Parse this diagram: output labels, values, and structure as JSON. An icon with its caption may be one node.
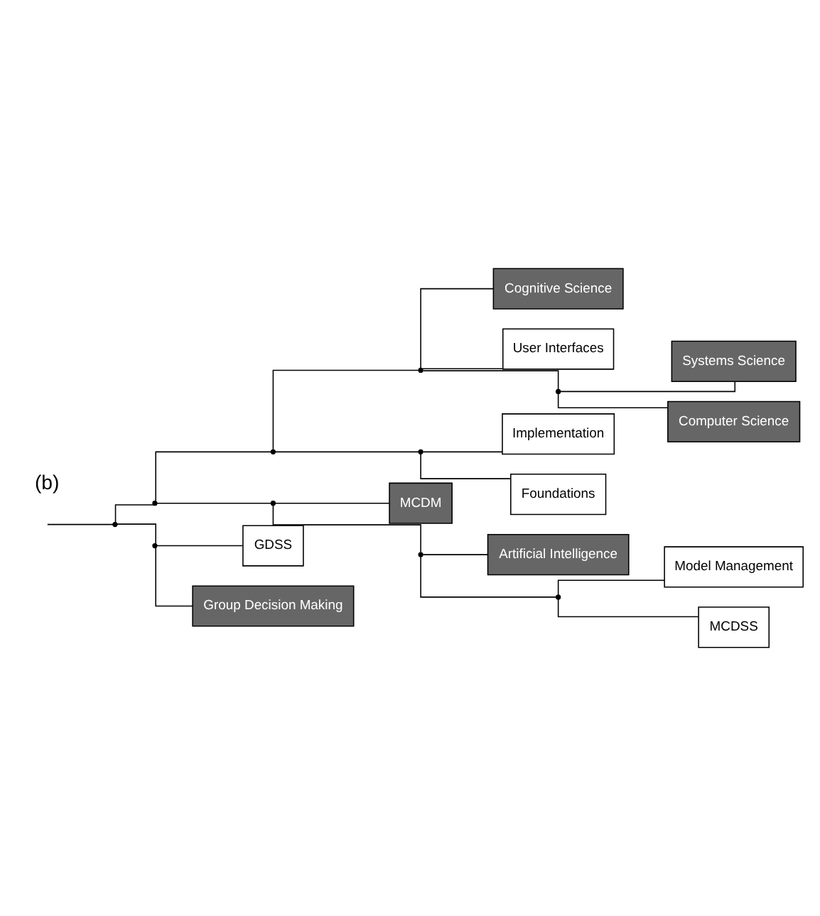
{
  "diagram": {
    "nodes": [
      {
        "text": [
          "Systems Science"
        ]
      },
      {
        "text": [
          "Computer Science"
        ]
      },
      {
        "text": [
          "Cognitive Science"
        ]
      },
      {
        "text": [
          "User Interfaces"
        ]
      },
      {
        "text": [
          "Implementation"
        ]
      },
      {
        "text": [
          "Foundations"
        ]
      },
      {
        "text": [
          "Model Management"
        ]
      },
      {
        "text": [
          "MCDSS"
        ]
      },
      {
        "text": [
          "Artificial Intelligence"
        ]
      },
      {
        "text": [
          "MCDM"
        ]
      },
      {
        "text": [
          "GDSS"
        ]
      },
      {
        "text": [
          "Group Decision Making"
        ]
      },
      {
        "text": [],
        "shape": "point"
      },
      {
        "text": [],
        "shape": "point"
      },
      {
        "text": [],
        "shape": "point"
      },
      {
        "text": [],
        "shape": "point"
      },
      {
        "text": [],
        "shape": "point"
      },
      {
        "text": [],
        "shape": "point"
      },
      {
        "text": [],
        "shape": "point"
      },
      {
        "text": [],
        "shape": "point"
      },
      {
        "text": [],
        "shape": "point"
      },
      {
        "text": [],
        "shape": "point"
      }
    ],
    "edges": [
      {
        "from": null,
        "to": 12,
        "arrow": "none"
      },
      {
        "from": 12,
        "to": 13,
        "arrow": "none"
      },
      {
        "from": 12,
        "to": 21,
        "arrow": "none"
      },
      {
        "from": 13,
        "to": 14,
        "arrow": "none"
      },
      {
        "from": 13,
        "to": 18,
        "arrow": "none"
      },
      {
        "from": 14,
        "to": 15,
        "arrow": "none"
      },
      {
        "from": 14,
        "to": 17,
        "arrow": "none"
      },
      {
        "from": 15,
        "to": 16,
        "arrow": "none"
      },
      {
        "from": 15,
        "to": 2,
        "arrow": "none"
      },
      {
        "from": 15,
        "to": 3,
        "arrow": "none"
      },
      {
        "from": 16,
        "to": 0,
        "arrow": "none"
      },
      {
        "from": 16,
        "to": 1,
        "arrow": "none"
      },
      {
        "from": 17,
        "to": 4,
        "arrow": "none"
      },
      {
        "from": 17,
        "to": 5,
        "arrow": "none"
      },
      {
        "from": 18,
        "to": 19,
        "arrow": "none"
      },
      {
        "from": 18,
        "to": 9,
        "arrow": "none"
      },
      {
        "from": 19,
        "to": 20,
        "arrow": "none"
      },
      {
        "from": 19,
        "to": 8,
        "arrow": "none"
      },
      {
        "from": 20,
        "to": 6,
        "arrow": "none"
      },
      {
        "from": 20,
        "to": 7,
        "arrow": "none"
      },
      {
        "from": 21,
        "to": 10,
        "arrow": "none"
      },
      {
        "from": 21,
        "to": 11,
        "arrow": "none"
      }
    ],
    "labels": [
      "(b)"
    ]
  }
}
